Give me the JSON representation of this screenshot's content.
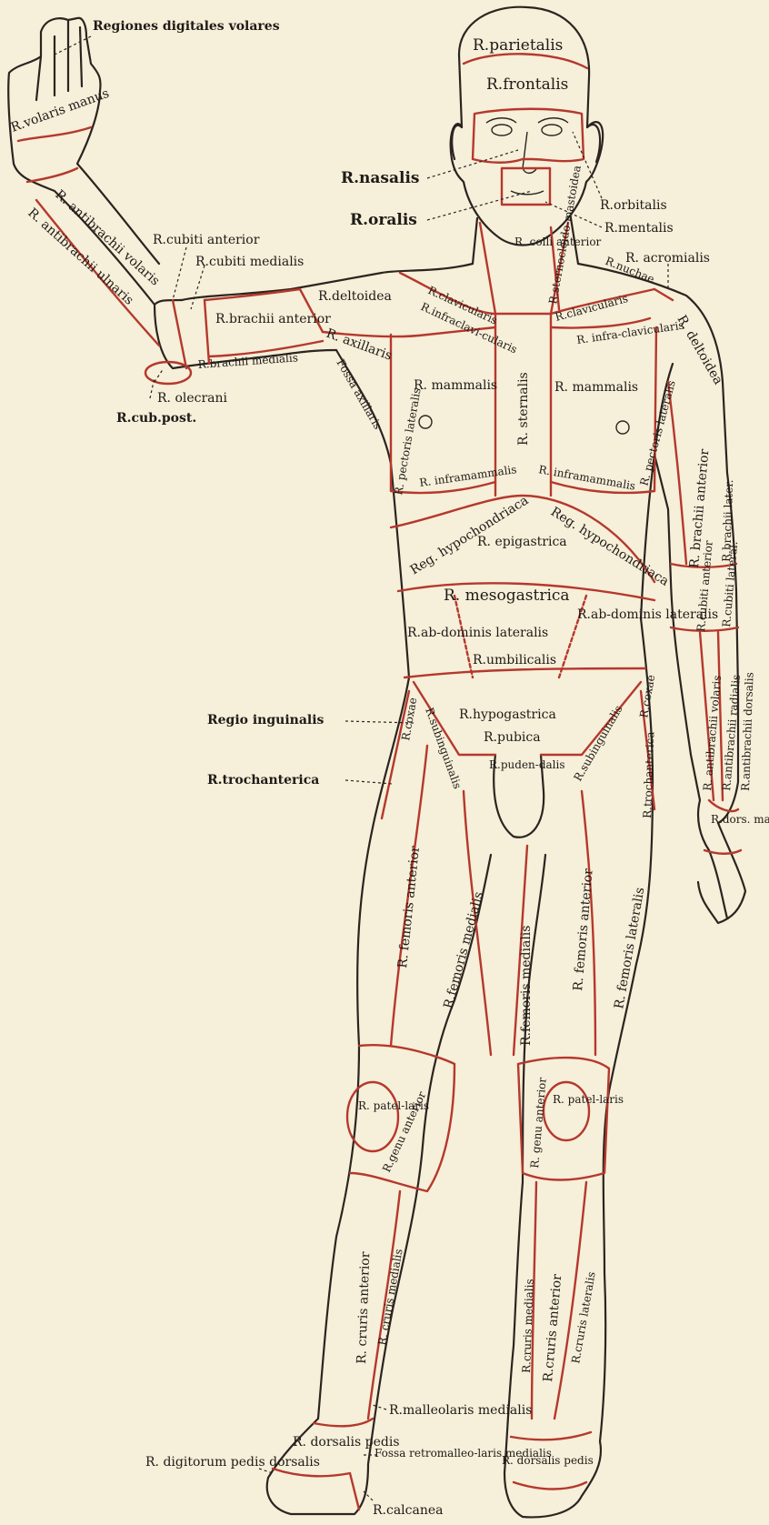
{
  "colors": {
    "paper": "#f6efd9",
    "outline": "#2b2420",
    "region_border": "#b5382d",
    "label_text": "#1e1a17"
  },
  "labels": {
    "regiones_digitales_volares": "Regiones digitales volares",
    "r_volaris_manus": "R.volaris manus",
    "r_antibrachii_volaris": "R. antibrachii volaris",
    "r_antibrachii_ulnaris": "R. antibrachii ulnaris",
    "r_cubiti_anterior": "R.cubiti anterior",
    "r_cubiti_medialis": "R.cubiti medialis",
    "r_brachii_anterior": "R.brachii anterior",
    "r_brachii_medialis": "R.brachii medialis",
    "r_olecrani": "R. olecrani",
    "r_cub_post": "R.cub.post.",
    "r_parietalis": "R.parietalis",
    "r_frontalis": "R.frontalis",
    "r_nasalis": "R.nasalis",
    "r_oralis": "R.oralis",
    "r_orbitalis": "R.orbitalis",
    "r_mentalis": "R.mentalis",
    "r_colli_anterior": "R. colli anterior",
    "r_sternocleidomastoidea": "R.sternocleido-mastoidea",
    "r_nuchae": "R.nuchae",
    "r_acromialis": "R. acromialis",
    "r_deltoidea_left": "R.deltoidea",
    "r_deltoidea_right": "R. deltoidea",
    "r_clavicularis_left": "R.clavicularis",
    "r_infraclavicularis_left": "R.infraclavi-cularis",
    "r_clavicularis_right": "R.clavicularis",
    "r_infraclavicularis_right": "R. infra-clavicularis",
    "r_axillaris": "R. axillaris",
    "fossa_axillaris": "Fossa axillaris",
    "r_mammalis_left": "R. mammalis",
    "r_mammalis_right": "R. mammalis",
    "r_sternalis": "R. sternalis",
    "r_pectoris_lateralis_left": "R. pectoris lateralis",
    "r_pectoris_lateralis_right": "R. pectoris lateralis",
    "r_inframammalis_left": "R. inframammalis",
    "r_inframammalis_right": "R. inframammalis",
    "r_brachii_anterior_right": "R. brachii anterior",
    "r_brachii_lateralis": "R.brachii later.",
    "reg_hypochondriaca_left": "Reg. hypochondriaca",
    "reg_hypochondriaca_right": "Reg. hypochondriaca",
    "r_epigastrica": "R. epigastrica",
    "r_mesogastrica": "R. mesogastrica",
    "r_cubiti_anterior_right": "R.cubiti anterior",
    "r_cubiti_lateralis": "R.cubiti lateral.",
    "r_abdominis_lateralis_left": "R.ab-dominis lateralis",
    "r_abdominis_lateralis_right": "R.ab-dominis lateralis",
    "r_umbilicalis": "R.umbilicalis",
    "r_antibrachii_volaris_right": "R. antibrachii volaris",
    "r_antibrachii_radialis": "R.antibrachii radialis",
    "r_antibrachii_dorsalis": "R.antibrachii dorsalis",
    "regio_inguinalis": "Regio inguinalis",
    "r_coxae_left": "R.coxae",
    "r_coxae_right": "R.coxae",
    "r_hypogastrica": "R.hypogastrica",
    "r_pubica": "R.pubica",
    "r_subinguinalis_left": "R.subinguinalis",
    "r_subinguinalis_right": "R.subinguinalis",
    "r_pudendalis": "R.puden-dalis",
    "r_trochanterica_left": "R.trochanterica",
    "r_trochanterica_right": "R.trochanterica",
    "r_dorsalis_manus": "R.dors. manus",
    "r_femoris_anterior_left": "R. femoris anterior",
    "r_femoris_medialis_left": "R.femoris medialis",
    "r_femoris_medialis_right": "R.femoris medialis",
    "r_femoris_anterior_right": "R. femoris anterior",
    "r_femoris_lateralis": "R. femoris lateralis",
    "r_patellaris_left": "R. patel-laris",
    "r_patellaris_right": "R. patel-laris",
    "r_genu_anterior_left": "R.genu anterior",
    "r_genu_anterior_right": "R. genu anterior",
    "r_cruris_anterior_left": "R. cruris anterior",
    "r_cruris_medialis_left": "R. cruris medialis",
    "r_cruris_medialis_right": "R.cruris medialis",
    "r_cruris_anterior_right": "R.cruris anterior",
    "r_cruris_lateralis": "R.cruris lateralis",
    "r_malleolaris_medialis": "R.malleolaris medialis",
    "fossa_retromalleolaris_medialis": "Fossa retromalleo-laris medialis",
    "r_dorsalis_pedis_left": "R. dorsalis pedis",
    "r_dorsalis_pedis_right": "R. dorsalis pedis",
    "r_digitorum_pedis_dorsalis": "R. digitorum pedis dorsalis",
    "r_calcanea": "R.calcanea"
  }
}
